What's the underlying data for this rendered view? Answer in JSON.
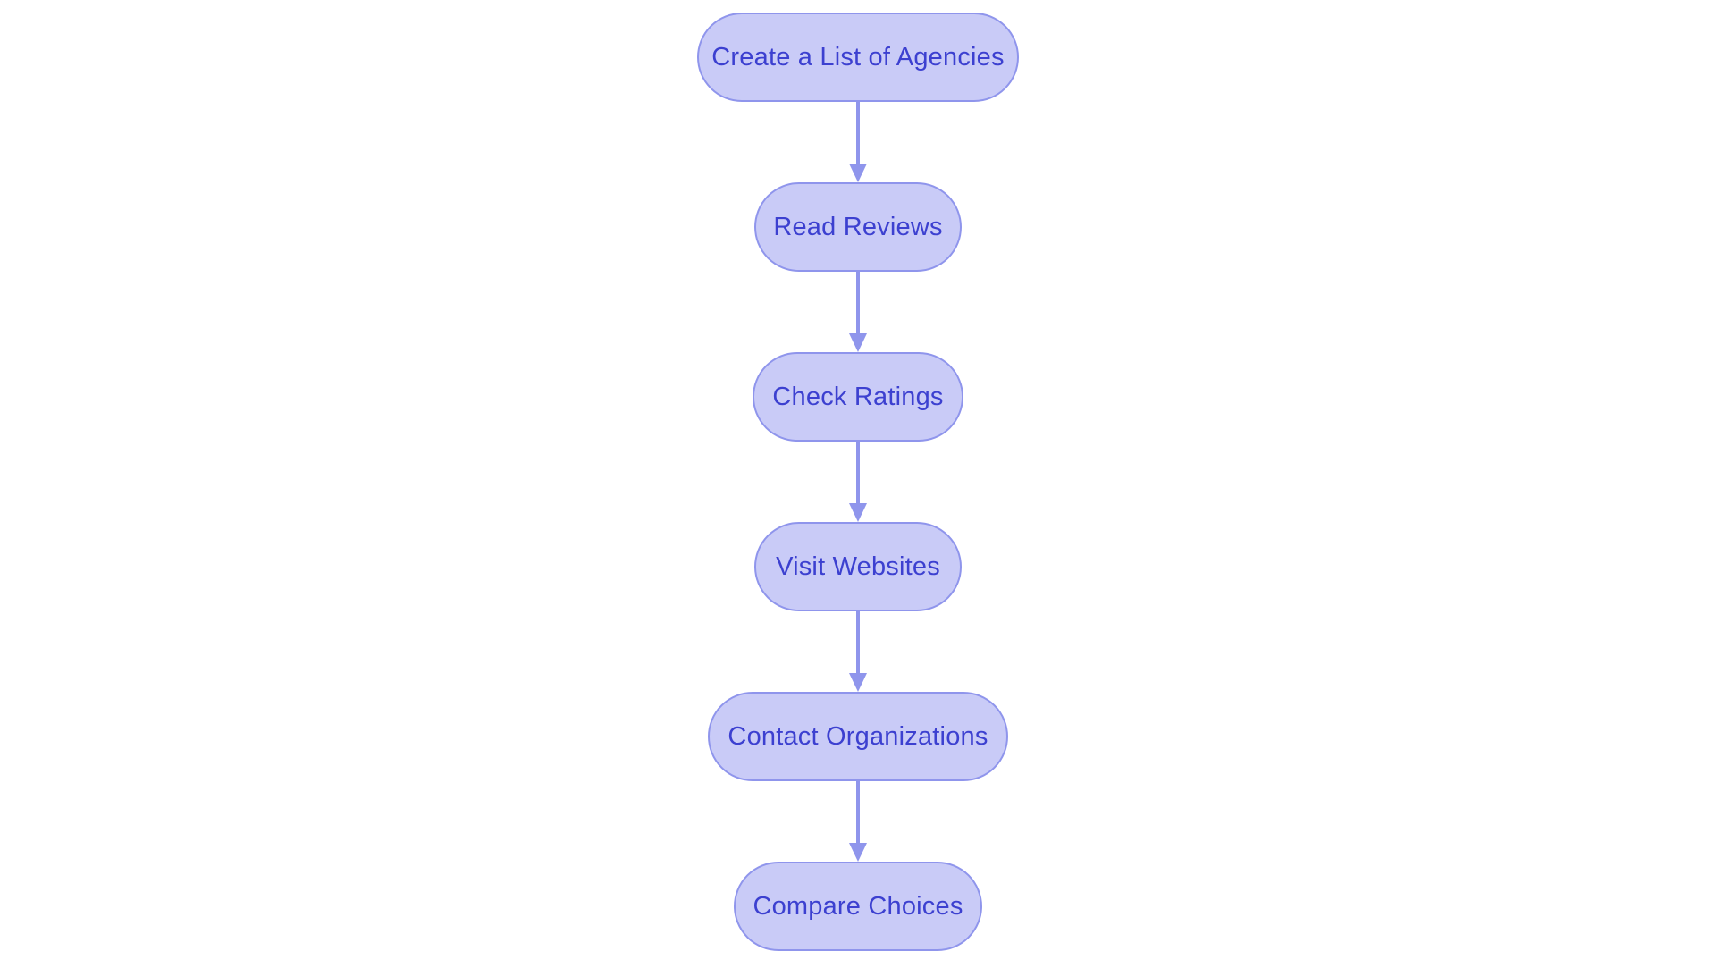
{
  "flowchart": {
    "type": "vertical-process-flow",
    "nodes": [
      {
        "label": "Create a List of Agencies"
      },
      {
        "label": "Read Reviews"
      },
      {
        "label": "Check Ratings"
      },
      {
        "label": "Visit Websites"
      },
      {
        "label": "Contact Organizations"
      },
      {
        "label": "Compare Choices"
      }
    ],
    "edges": [
      {
        "from": "Create a List of Agencies",
        "to": "Read Reviews"
      },
      {
        "from": "Read Reviews",
        "to": "Check Ratings"
      },
      {
        "from": "Check Ratings",
        "to": "Visit Websites"
      },
      {
        "from": "Visit Websites",
        "to": "Contact Organizations"
      },
      {
        "from": "Contact Organizations",
        "to": "Compare Choices"
      }
    ],
    "colors": {
      "node_fill": "#c9cbf7",
      "node_border": "#8f95ec",
      "node_text": "#3c40d0",
      "arrow": "#8f95ec",
      "background": "#ffffff"
    }
  }
}
